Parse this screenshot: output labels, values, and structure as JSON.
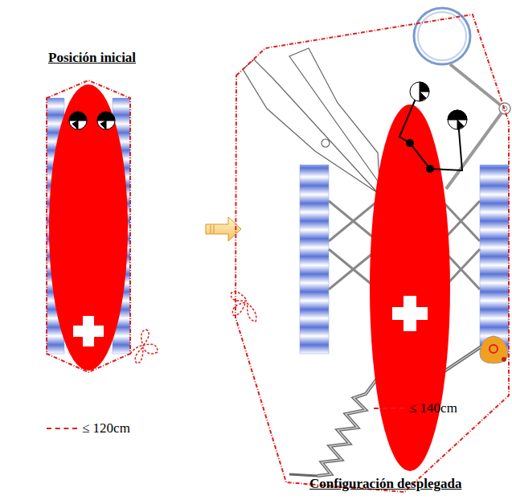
{
  "diagram": {
    "labels": [
      "Posición inicial",
      "Configuración desplegada"
    ],
    "legend": [
      {
        "text": "≤ 120cm"
      },
      {
        "text": "≤ 140cm"
      }
    ]
  }
}
